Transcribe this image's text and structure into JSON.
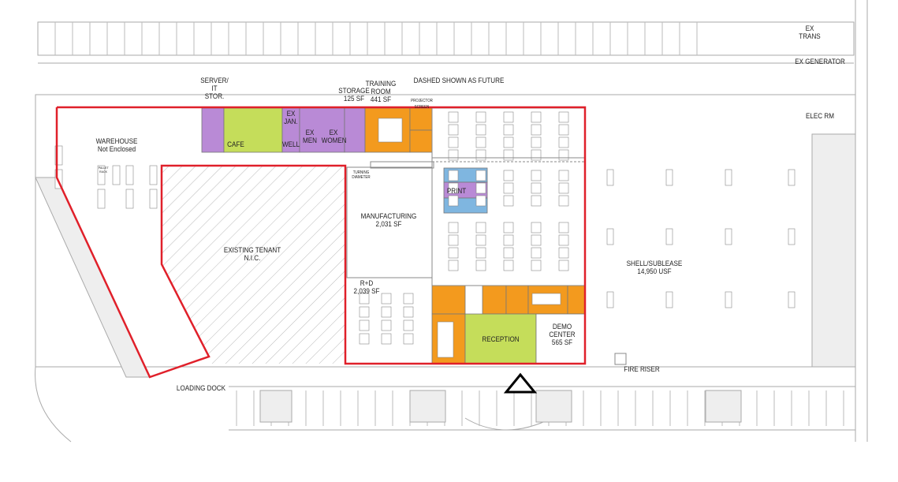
{
  "colors": {
    "outline": "#e0202a",
    "support": "#b98ad6",
    "cafe": "#c5dd5a",
    "meeting": "#f39a1e",
    "print": "#7fb6e0",
    "line": "#9a9a9a"
  },
  "labels": {
    "server": "SERVER/\nIT\nSTOR.",
    "cafe": "CAFE",
    "jan": "EX\nJAN.",
    "well": "WELL",
    "men": "EX\nMEN",
    "women": "EX\nWOMEN",
    "storage": "STORAGE\n125 SF",
    "training": "TRAINING\nROOM\n441 SF",
    "projector": "PROJECTOR SCREEN",
    "future": "DASHED SHOWN  AS FUTURE",
    "warehouse": "WAREHOUSE\nNot Enclosed",
    "tenant": "EXISTING TENANT\nN.I.C.",
    "manufacturing": "MANUFACTURING\n2,031 SF",
    "rd": "R+D\n2,039 SF",
    "print_room": "PRINT",
    "reception": "RECEPTION",
    "demo": "DEMO\nCENTER\n565 SF",
    "shell": "SHELL/SUBLEASE\n14,950 USF",
    "elec": "ELEC RM",
    "fire_riser": "FIRE RISER",
    "loading_dock": "LOADING DOCK",
    "ex_generator": "EX GENERATOR",
    "ex_trans": "EX\nTRANS",
    "turning": "TURNING\nDIAMETER",
    "pallet_rack": "PALLET\nRACK"
  }
}
